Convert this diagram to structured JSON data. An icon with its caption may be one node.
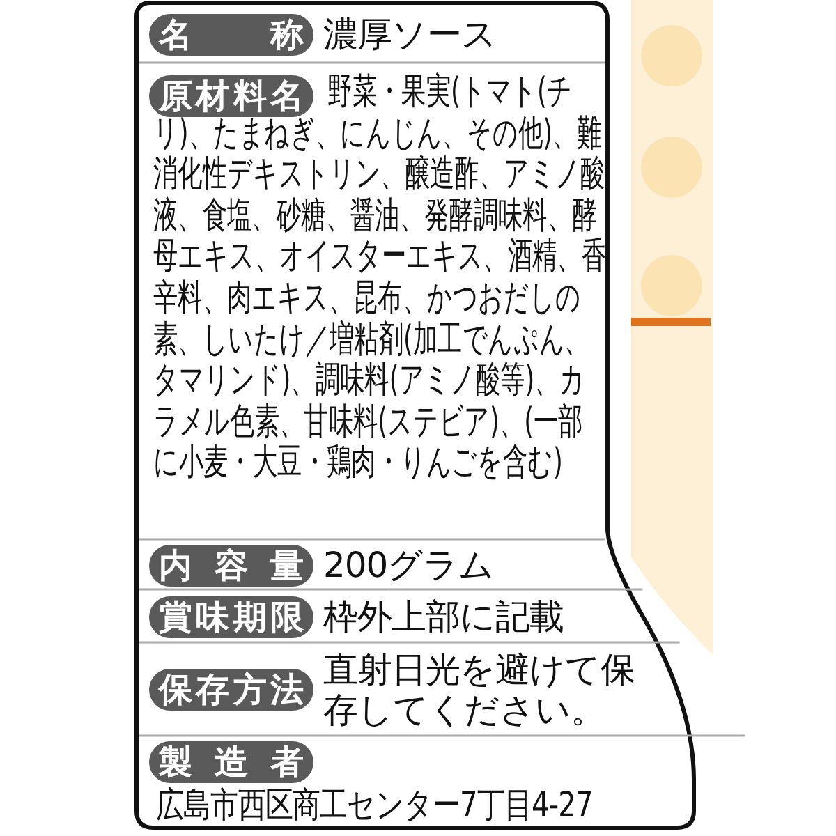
{
  "diagram": {
    "labels": [
      "名称",
      "濃厚ソース",
      "原材料名",
      "野菜・果実(トマト(チリ)、たまねぎ、にんじん、その他)、難消化性デキストリン、醸造酢、アミノ酸液、食塩、砂糖、醤油、発酵調味料、酵母エキス、オイスターエキス、酒精、香辛料、肉エキス、昆布、かつおだしの素、しいたけ／増粘剤(加工でんぷん、タマリンド)、調味料(アミノ酸等)、カラメル色素、甘味料(ステビア)、(一部に小麦・大豆・鶏肉・りんごを含む)",
      "内容量",
      "200グラム",
      "賞味期限",
      "枠外上部に記載",
      "保存方法",
      "直射日光を避けて保存してください。",
      "製造者",
      "広島市西区商工センター7丁目4-27"
    ]
  }
}
